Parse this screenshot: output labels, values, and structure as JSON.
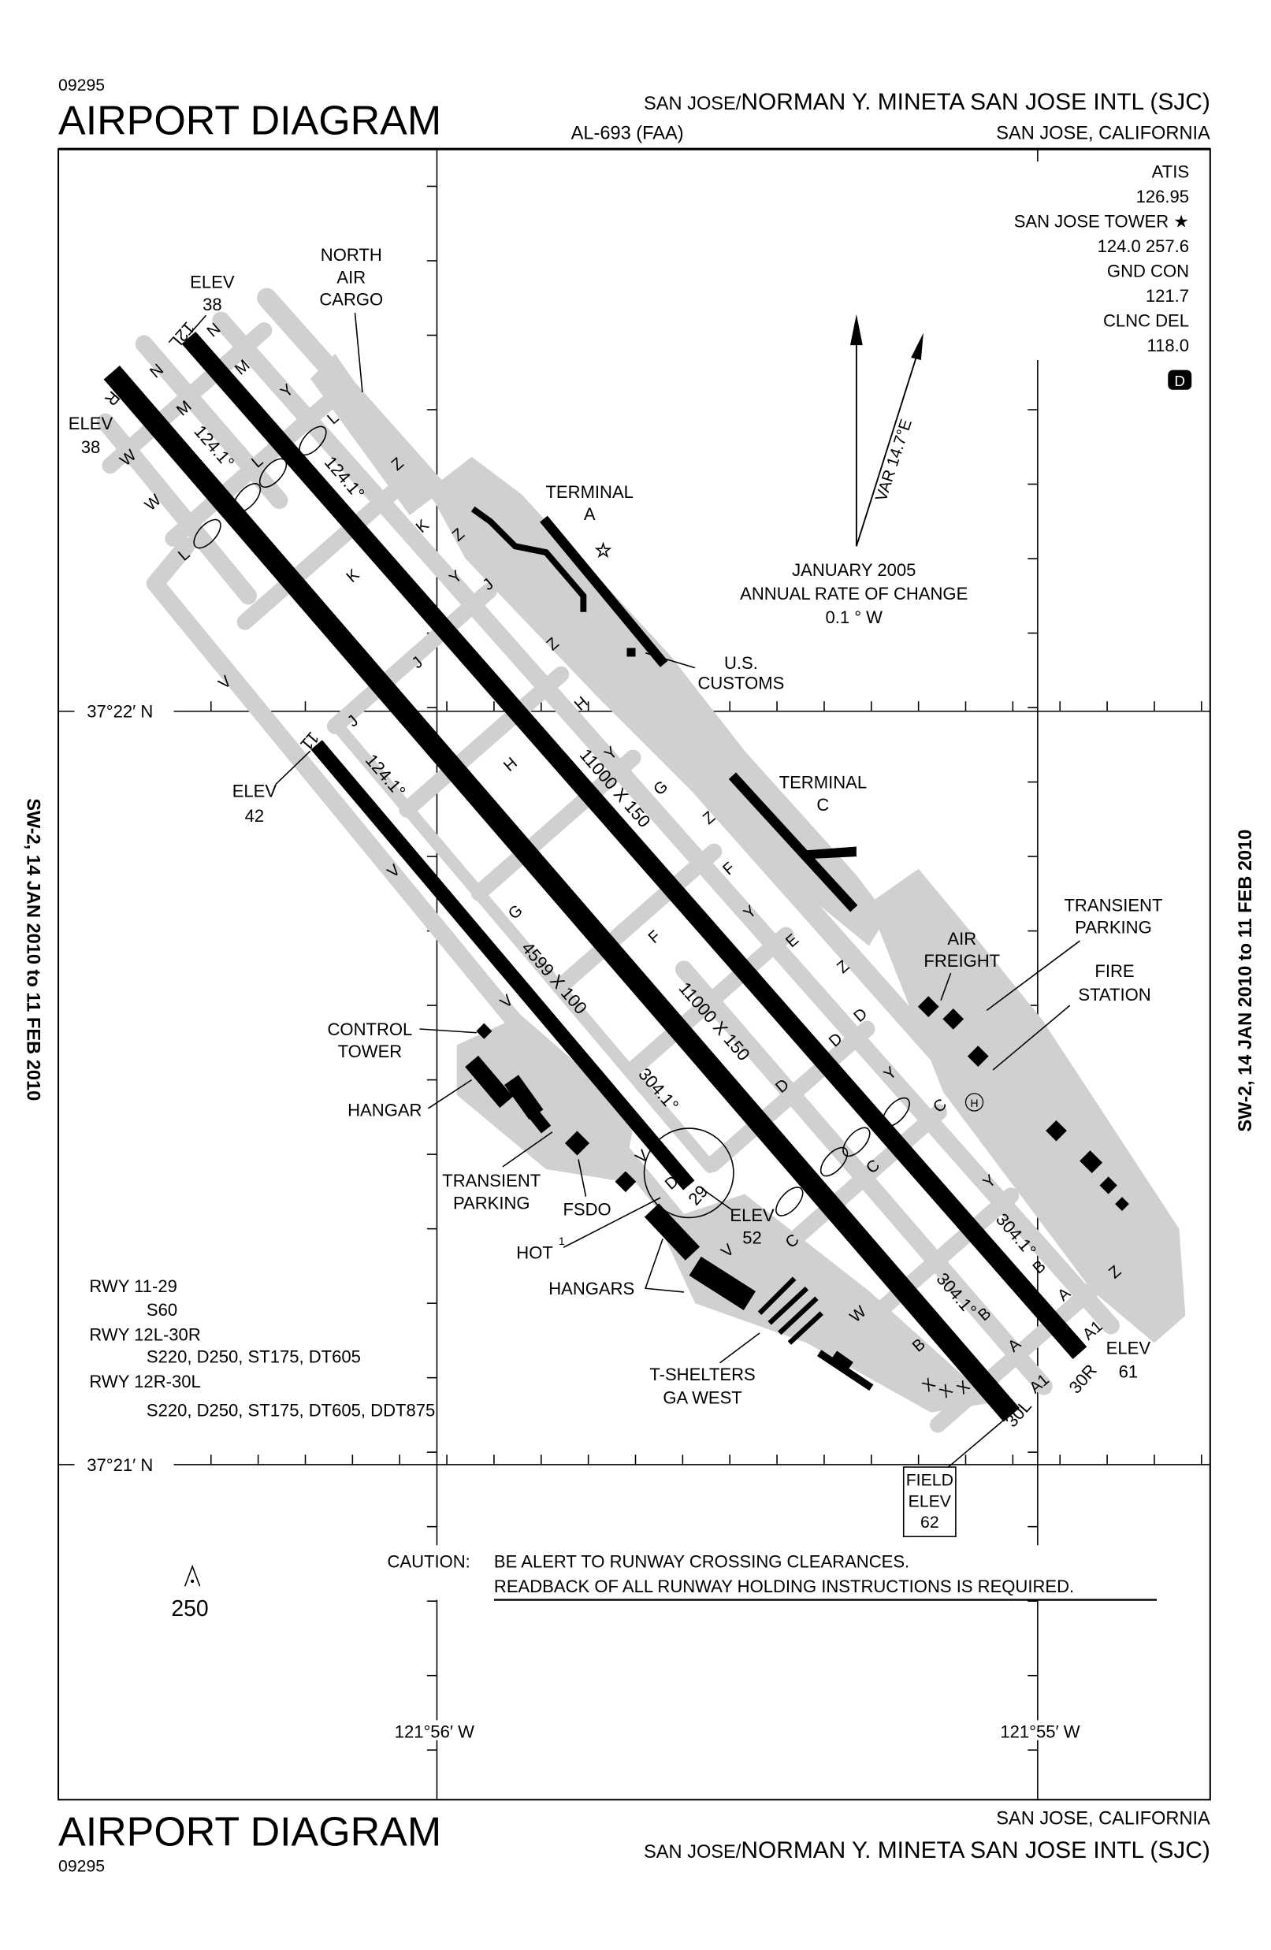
{
  "header": {
    "chart_id": "09295",
    "title": "AIRPORT DIAGRAM",
    "city_prefix": "SAN JOSE/",
    "airport_name": "NORMAN Y. MINETA SAN JOSE INTL (SJC)",
    "procedure_id": "AL-693 (FAA)",
    "location": "SAN JOSE, CALIFORNIA"
  },
  "side_note": "SW-2, 14 JAN 2010 to 11 FEB 2010",
  "frequencies": {
    "atis_label": "ATIS",
    "atis": "126.95",
    "tower_label": "SAN JOSE TOWER ★",
    "tower": "124.0  257.6",
    "gnd_label": "GND CON",
    "gnd": "121.7",
    "clnc_label": "CLNC DEL",
    "clnc": "118.0",
    "badge": "D"
  },
  "magnetic": {
    "var": "VAR 14.7°E",
    "date": "JANUARY 2005",
    "rate_label": "ANNUAL RATE OF CHANGE",
    "rate": "0.1 ° W"
  },
  "runways": {
    "ends": [
      "12L",
      "12R",
      "11",
      "29",
      "30R",
      "30L"
    ],
    "dims": [
      "11000 X 150",
      "11000 X 150",
      "4599 X 100"
    ],
    "headings": [
      "124.1°",
      "124.1°",
      "124.1°",
      "304.1°",
      "304.1°",
      "304.1°"
    ]
  },
  "labels": {
    "elev": "ELEV",
    "elev_38": "38",
    "elev_42": "42",
    "elev_52": "52",
    "elev_61": "61",
    "north": "NORTH",
    "air": "AIR",
    "cargo": "CARGO",
    "terminal": "TERMINAL",
    "terminal_a": "A",
    "terminal_c": "C",
    "us": "U.S.",
    "customs": "CUSTOMS",
    "transient": "TRANSIENT",
    "parking": "PARKING",
    "air2": "AIR",
    "freight": "FREIGHT",
    "fire": "FIRE",
    "station": "STATION",
    "control": "CONTROL",
    "tower": "TOWER",
    "hangar": "HANGAR",
    "fsdo": "FSDO",
    "hot": "HOT",
    "hot_sup": "1",
    "hangars": "HANGARS",
    "tshelters": "T-SHELTERS",
    "gawest": "GA WEST",
    "field": "FIELD",
    "field_elev": "62",
    "heliport": "H"
  },
  "taxiway_labels": [
    "N",
    "N",
    "M",
    "M",
    "W",
    "W",
    "L",
    "L",
    "Y",
    "L",
    "Z",
    "K",
    "Z",
    "Y",
    "J",
    "K",
    "Z",
    "J",
    "V",
    "H",
    "J",
    "H",
    "Y",
    "G",
    "Z",
    "G",
    "F",
    "Y",
    "E",
    "Z",
    "D",
    "D",
    "D",
    "Y",
    "C",
    "V",
    "V",
    "D",
    "C",
    "C",
    "V",
    "W",
    "B",
    "X",
    "X",
    "X",
    "Y",
    "B",
    "A",
    "Z",
    "B",
    "A",
    "A1",
    "A1",
    "V",
    "F"
  ],
  "runway_data": [
    {
      "rwy": "RWY 11-29",
      "strength": "S60"
    },
    {
      "rwy": "RWY 12L-30R",
      "strength": "S220, D250, ST175, DT605"
    },
    {
      "rwy": "RWY 12R-30L",
      "strength": "S220, D250, ST175, DT605, DDT875"
    }
  ],
  "coords": {
    "lat_north": "37°22′ N",
    "lat_south": "37°21′ N",
    "lon_west": "121°56′ W",
    "lon_east": "121°55′ W"
  },
  "caution": {
    "label": "CAUTION:",
    "line1": "BE ALERT TO RUNWAY CROSSING CLEARANCES.",
    "line2": "READBACK OF ALL RUNWAY HOLDING INSTRUCTIONS IS REQUIRED."
  },
  "obstacle": "250"
}
